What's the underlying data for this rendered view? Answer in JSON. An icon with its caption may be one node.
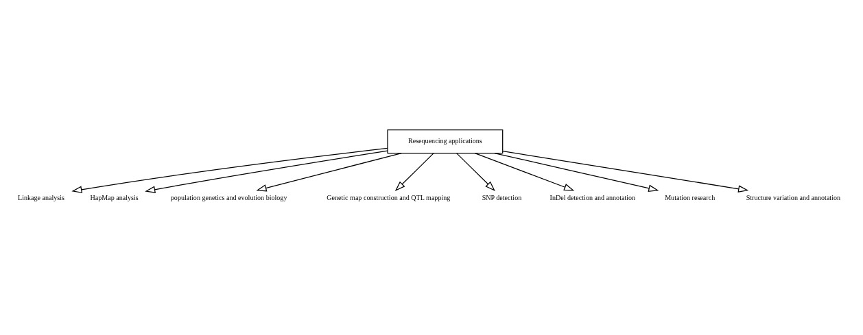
{
  "diagram": {
    "nodes": [
      {
        "text": [
          "Resequencing applications"
        ]
      },
      {
        "text": [
          "Linkage analysis"
        ]
      },
      {
        "text": [
          "HapMap analysis"
        ]
      },
      {
        "text": [
          "population genetics and evolution biology"
        ]
      },
      {
        "text": [
          "Genetic map construction and QTL mapping"
        ]
      },
      {
        "text": [
          "SNP detection"
        ]
      },
      {
        "text": [
          "InDel detection and annotation"
        ]
      },
      {
        "text": [
          "Mutation research"
        ]
      },
      {
        "text": [
          "Structure variation and annotation"
        ]
      }
    ],
    "edges": [
      {
        "from": 0,
        "to": 1,
        "arrow": "to"
      },
      {
        "from": 0,
        "to": 2,
        "arrow": "to"
      },
      {
        "from": 0,
        "to": 3,
        "arrow": "to"
      },
      {
        "from": 0,
        "to": 4,
        "arrow": "to"
      },
      {
        "from": 0,
        "to": 5,
        "arrow": "to"
      },
      {
        "from": 0,
        "to": 6,
        "arrow": "to"
      },
      {
        "from": 0,
        "to": 7,
        "arrow": "to"
      },
      {
        "from": 0,
        "to": 8,
        "arrow": "to"
      }
    ]
  }
}
